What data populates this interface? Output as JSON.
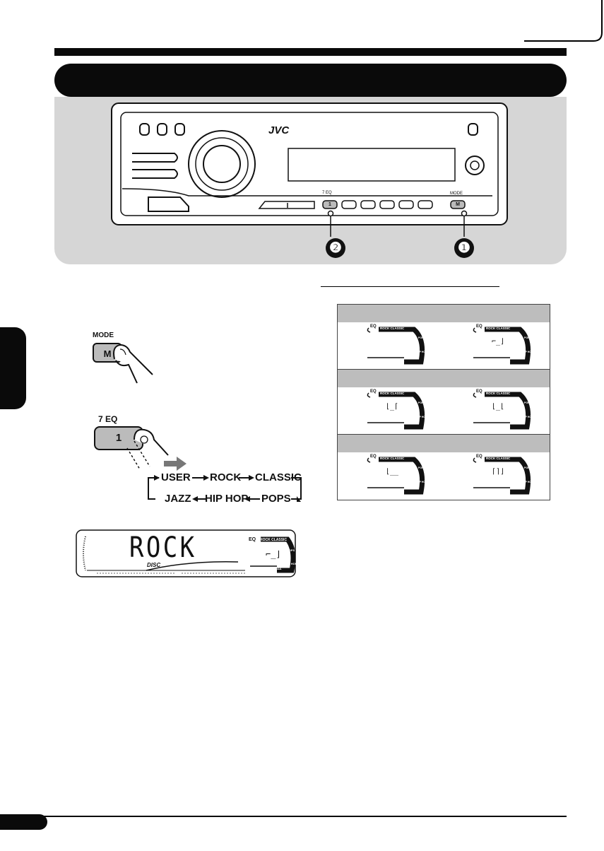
{
  "brand": "JVC",
  "unit": {
    "mode_label": "MODE",
    "mode_key": "M",
    "eq_label": "7  EQ",
    "eq_key": "1",
    "callouts": [
      "❷",
      "❶"
    ]
  },
  "step1": {
    "mode_label": "MODE",
    "key": "M"
  },
  "step2": {
    "label": "7  EQ",
    "key": "1",
    "cycle_top": [
      "USER",
      "ROCK",
      "CLASSIC"
    ],
    "cycle_bottom": [
      "JAZZ",
      "HIP HOP",
      "POPS"
    ]
  },
  "display": {
    "text": "ROCK",
    "disc": "DISC",
    "eq_tag": "EQ",
    "arc_top": "ROCK CLASSIC",
    "arc_right": "POPS",
    "arc_bottom_left": "USER",
    "arc_bottom_right": "JAZZ",
    "arc_side": "HIP HOP"
  },
  "eq_icon": {
    "tag": "EQ",
    "top": "ROCK CLASSIC",
    "right": "POPS",
    "bottom": "USER  JAZZ",
    "side": "HIP HOP"
  }
}
